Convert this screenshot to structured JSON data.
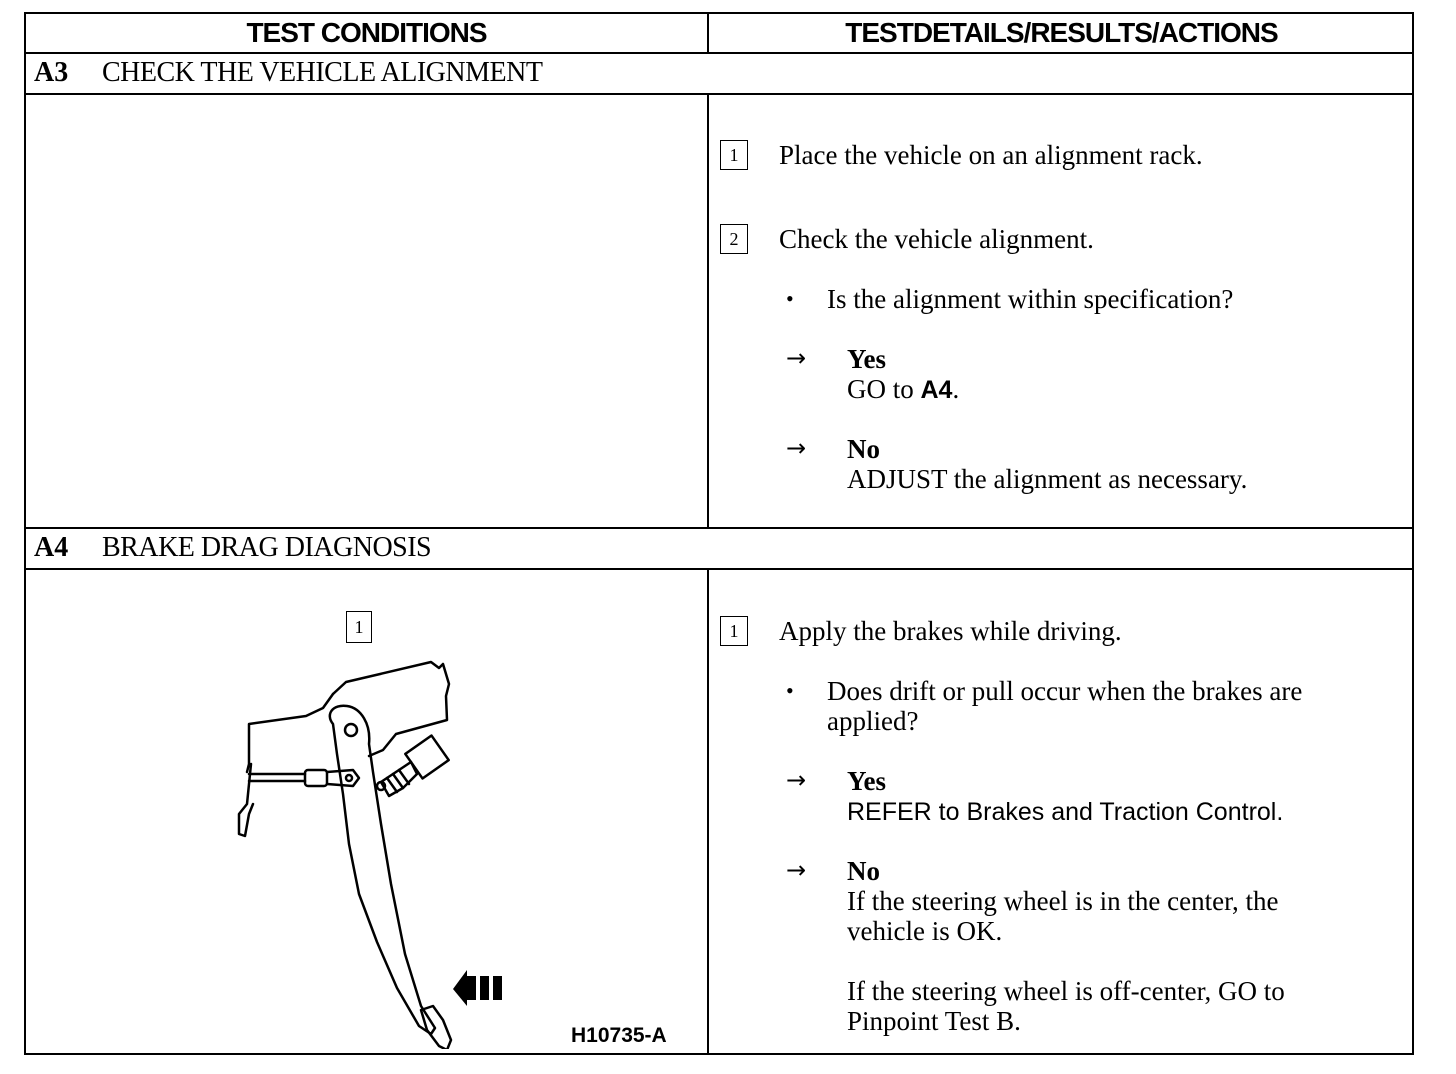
{
  "header": {
    "left": "TEST CONDITIONS",
    "right": "TESTDETAILS/RESULTS/ACTIONS"
  },
  "sections": [
    {
      "id": "A3",
      "title": "CHECK THE VEHICLE ALIGNMENT",
      "steps": [
        {
          "num": "1",
          "text": "Place the vehicle on an alignment rack."
        },
        {
          "num": "2",
          "text": "Check the vehicle alignment."
        }
      ],
      "question": "Is the alignment within specification?",
      "yes": {
        "label": "Yes",
        "action_prefix": "GO to ",
        "action_bold": "A4",
        "action_suffix": "."
      },
      "no": {
        "label": "No",
        "action": "ADJUST the alignment as necessary."
      }
    },
    {
      "id": "A4",
      "title": "BRAKE DRAG DIAGNOSIS",
      "figure": {
        "step_num": "1",
        "code": "H10735-A"
      },
      "steps": [
        {
          "num": "1",
          "text": "Apply the brakes while driving."
        }
      ],
      "question_line1": "Does drift or pull occur when the brakes are",
      "question_line2": "applied?",
      "yes": {
        "label": "Yes",
        "action": "REFER to Brakes and Traction Control."
      },
      "no": {
        "label": "No",
        "action1_line1": "If the steering wheel is in the center, the",
        "action1_line2": "vehicle is OK.",
        "action2_line1": "If the steering wheel is off-center, GO to",
        "action2_line2": "Pinpoint Test B."
      }
    }
  ],
  "symbols": {
    "arrow": "→",
    "bullet": "•"
  }
}
